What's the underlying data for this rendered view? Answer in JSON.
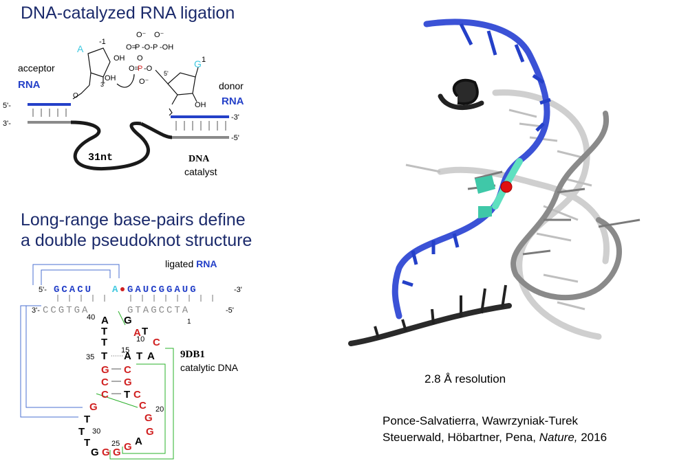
{
  "top_title": "DNA-catalyzed RNA ligation",
  "bottom_title_line1": "Long-range base-pairs define",
  "bottom_title_line2": "a double pseudoknot structure",
  "ligation": {
    "acceptor": "acceptor",
    "rna": "RNA",
    "donor": "donor",
    "donor_rna": "RNA",
    "loop": "31nt",
    "dna": "DNA",
    "catalyst": "catalyst",
    "five_prime": "5'-",
    "three_prime": "3'-",
    "three_prime_right": "-3'",
    "five_prime_right": "-5'",
    "base_A": "A",
    "base_G": "G",
    "minus1": "-1",
    "plus1": "1",
    "oh1": "OH",
    "oh2": "OH",
    "oh3": "OH",
    "three_p": "3'",
    "five_p": "5'",
    "pppA": "P",
    "pppB": "P",
    "pppC": "P",
    "O": "O"
  },
  "pseudoknot": {
    "ligated_prefix": "ligated ",
    "ligated_rna": "RNA",
    "rna_5": "5'-",
    "rna_seq1": "GCACU",
    "rna_A": "A",
    "rna_seq2": "GAUCGGAUG",
    "rna_3": "-3'",
    "dna_3": "3'-",
    "dna_seq1": "CCGTGA",
    "dna_seq2": "GTAGCCTA",
    "dna_5": "-5'",
    "n40": "40",
    "n1": "1",
    "n10": "10",
    "n15": "15",
    "n35": "35",
    "n20": "20",
    "n30": "30",
    "n25": "25",
    "name": "9DB1",
    "desc": "catalytic DNA"
  },
  "structure": {
    "resolution": "2.8 Å resolution",
    "cite_line1": "Ponce-Salvatierra, Wawrzyniak-Turek",
    "cite_line2_a": "Steuerwald, Höbartner, Pena, ",
    "cite_journal": "Nature,",
    "cite_year": " 2016"
  },
  "colors": {
    "rna_blue": "#2440c8",
    "dna_gray": "#8a8a8a",
    "cyan": "#3fc8e0",
    "red": "#d02020",
    "green": "#2ab02a",
    "title_navy": "#1b2a6b"
  }
}
